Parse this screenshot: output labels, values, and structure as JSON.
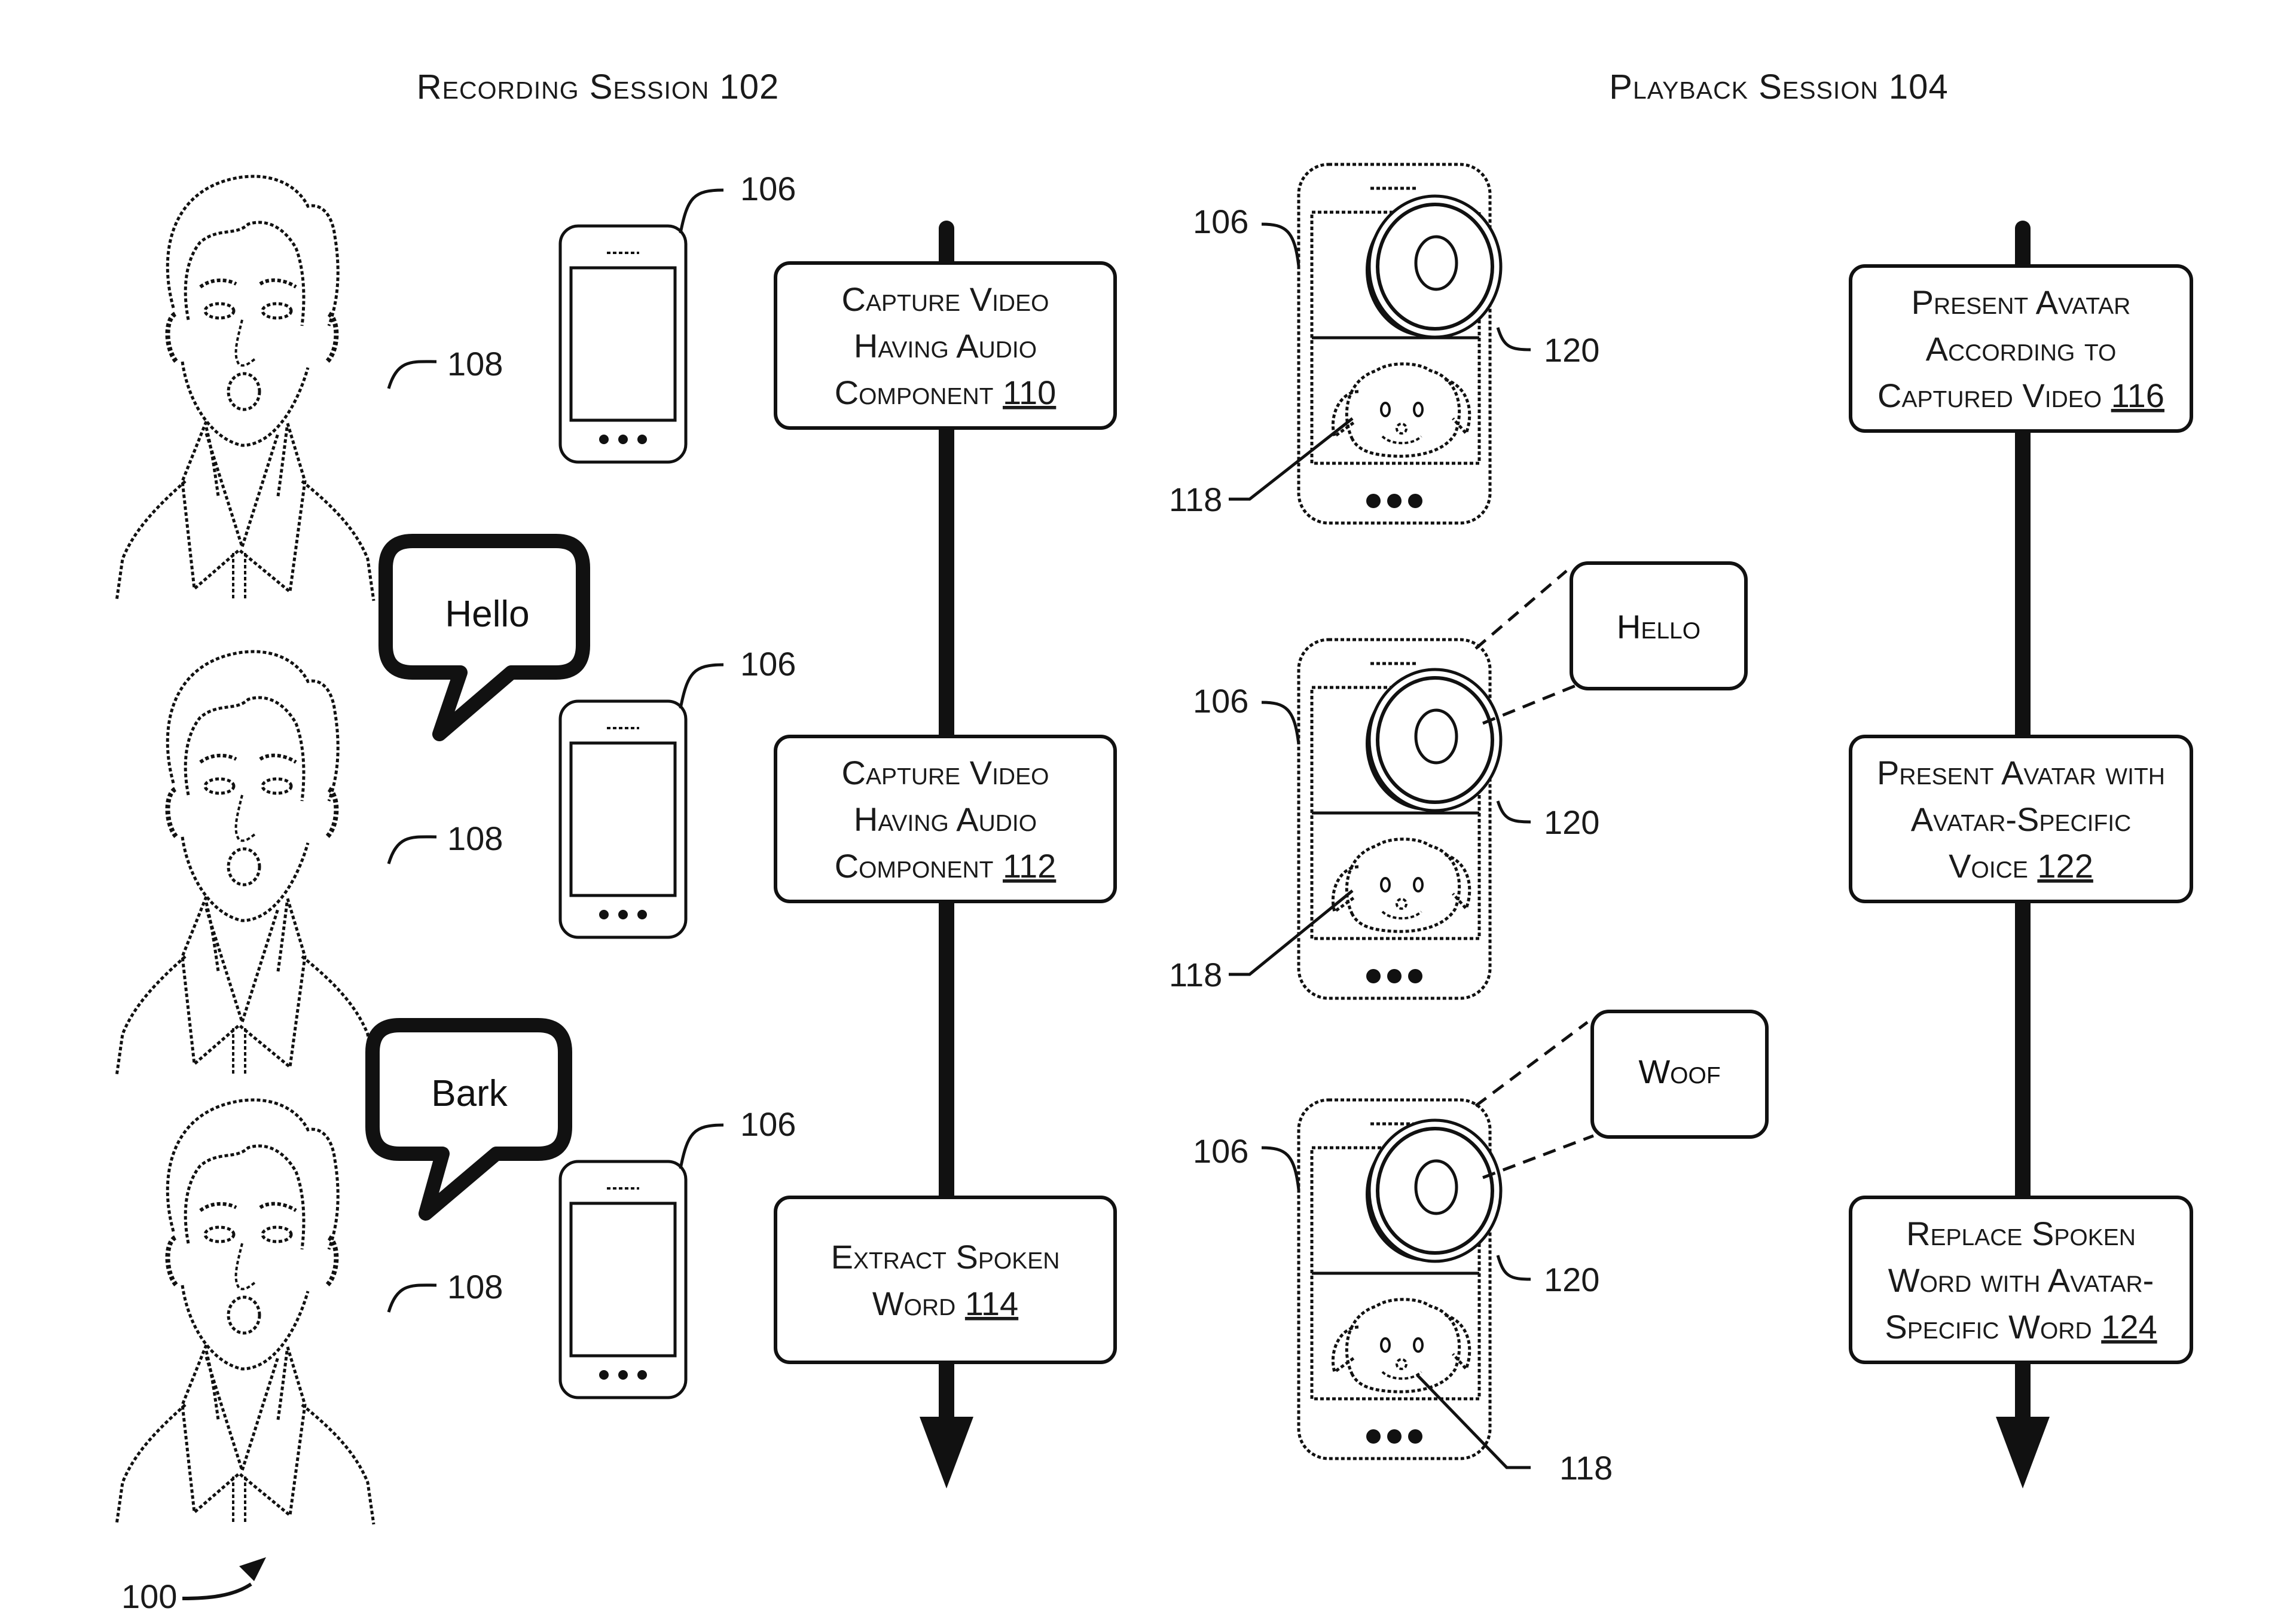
{
  "figure": {
    "figure_ref": "100",
    "accent_color": "#111111",
    "background_color": "#ffffff"
  },
  "recording_session": {
    "title": "Recording Session 102",
    "rows": [
      {
        "person_ref": "108",
        "device_ref": "106",
        "speech": ""
      },
      {
        "person_ref": "108",
        "device_ref": "106",
        "speech": "Hello"
      },
      {
        "person_ref": "108",
        "device_ref": "106",
        "speech": "Bark"
      }
    ],
    "steps": [
      {
        "lines": [
          "Capture Video",
          "Having Audio",
          "Component"
        ],
        "ref": "110"
      },
      {
        "lines": [
          "Capture Video",
          "Having Audio",
          "Component"
        ],
        "ref": "112"
      },
      {
        "lines": [
          "Extract Spoken",
          "Word"
        ],
        "ref": "114"
      }
    ]
  },
  "playback_session": {
    "title": "Playback Session 104",
    "rows": [
      {
        "device_ref": "106",
        "speaker_ref": "120",
        "avatar_ref": "118",
        "callout": ""
      },
      {
        "device_ref": "106",
        "speaker_ref": "120",
        "avatar_ref": "118",
        "callout": "Hello"
      },
      {
        "device_ref": "106",
        "speaker_ref": "120",
        "avatar_ref": "118",
        "callout": "Woof"
      }
    ],
    "steps": [
      {
        "lines": [
          "Present Avatar",
          "According to",
          "Captured Video"
        ],
        "ref": "116"
      },
      {
        "lines": [
          "Present Avatar with",
          "Avatar-Specific",
          "Voice"
        ],
        "ref": "122"
      },
      {
        "lines": [
          "Replace Spoken",
          "Word with Avatar-",
          "Specific Word"
        ],
        "ref": "124"
      }
    ]
  }
}
